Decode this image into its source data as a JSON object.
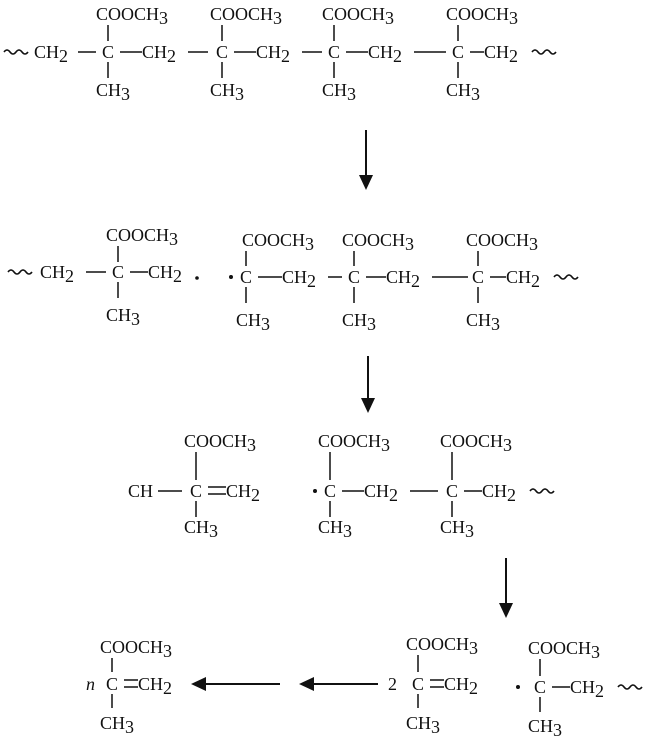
{
  "atoms": {
    "ch2": "CH2",
    "ch3": "CH3",
    "c": "C",
    "cooch3": "COOCH3",
    "ch": "CH"
  },
  "coefficients": {
    "two": "2",
    "n": "n"
  },
  "colors": {
    "ink": "#111111",
    "background": "#ffffff"
  }
}
